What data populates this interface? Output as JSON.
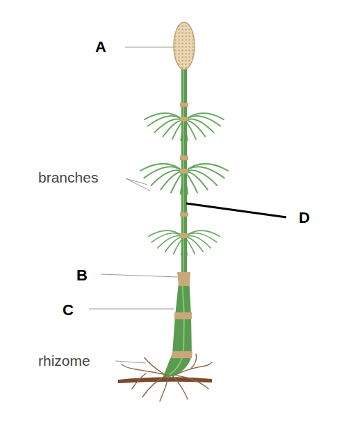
{
  "diagram": {
    "labels": [
      "A",
      "branches",
      "D",
      "B",
      "C",
      "rhizome"
    ]
  }
}
